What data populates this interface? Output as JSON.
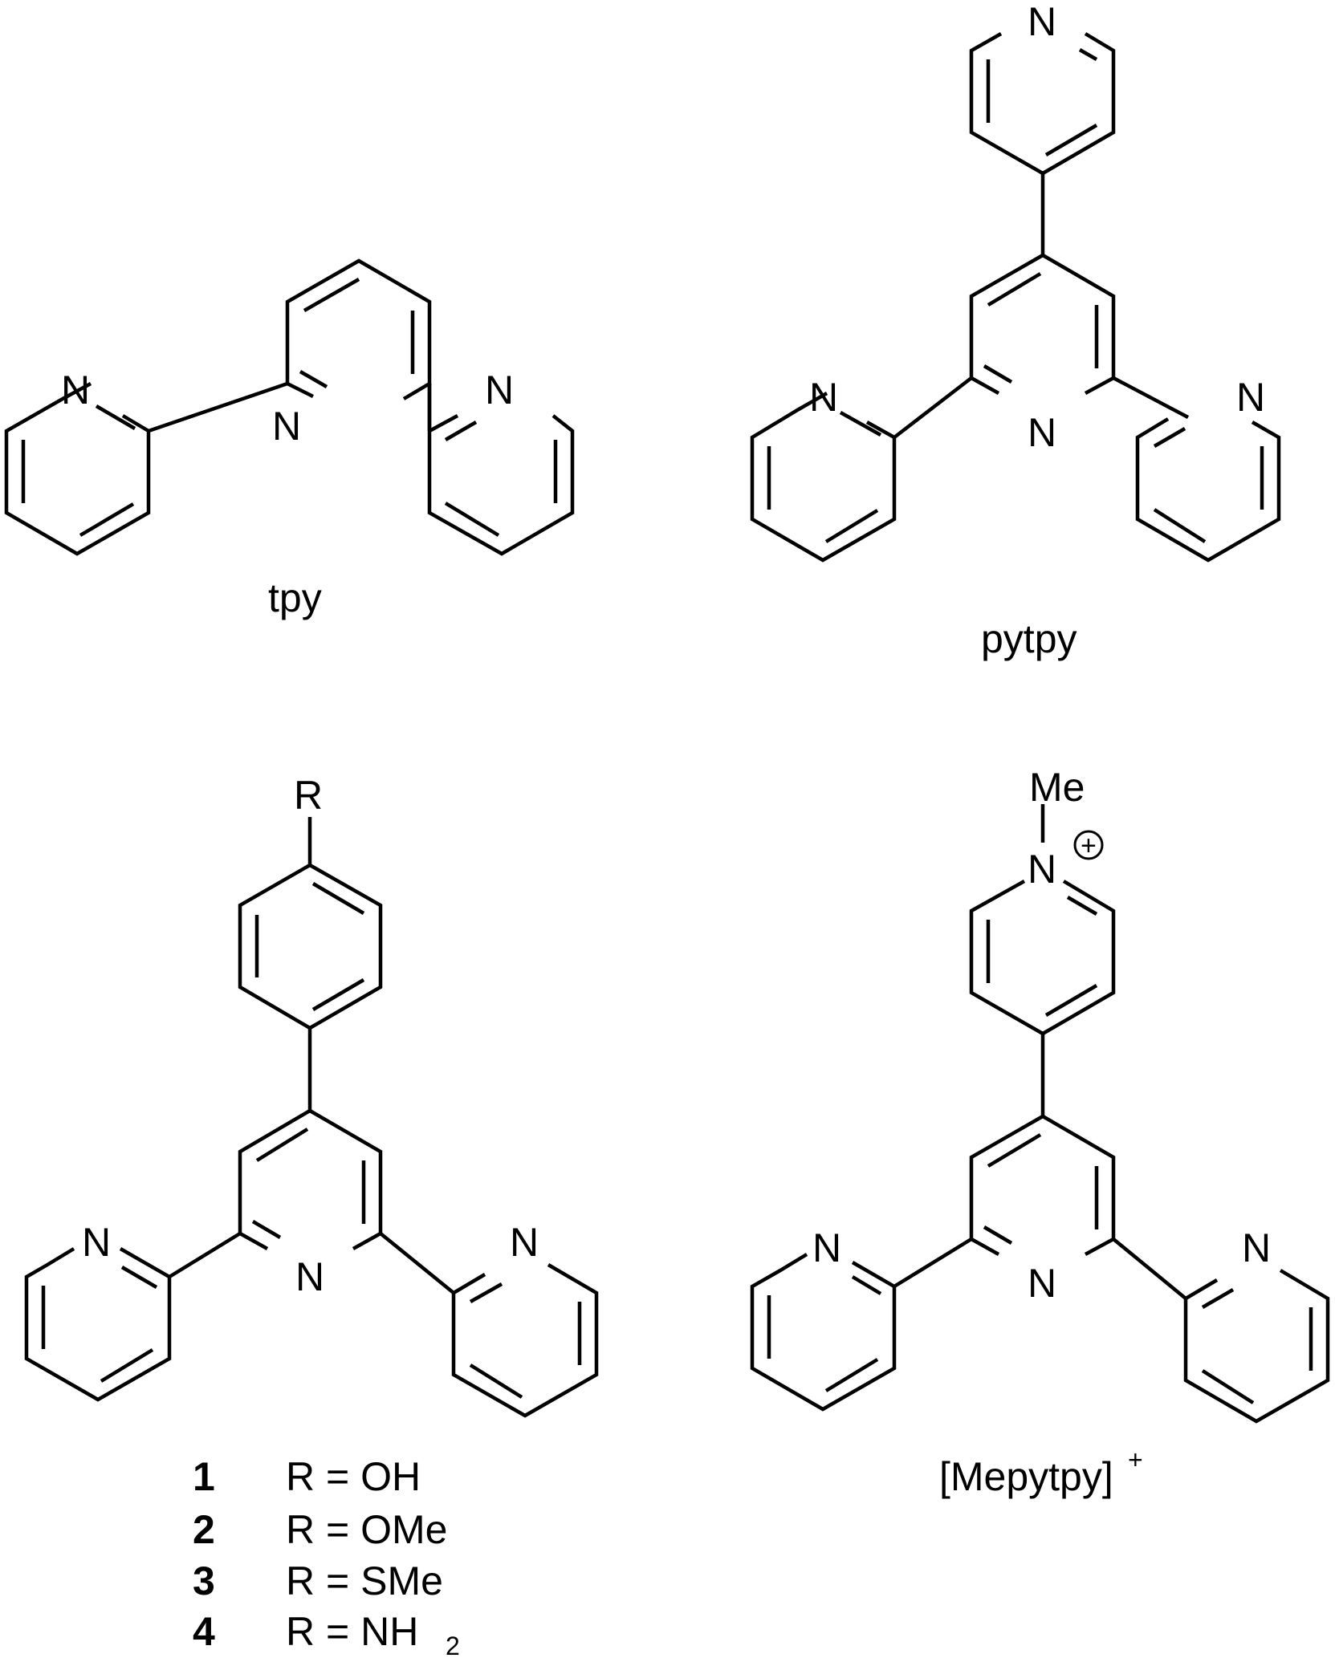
{
  "atoms": {
    "nitrogen": "N",
    "r_group": "R",
    "methyl": "Me",
    "plus": "+"
  },
  "structures": {
    "tpy": {
      "caption": "tpy"
    },
    "pytpy": {
      "caption": "pytpy"
    },
    "mepytpy": {
      "caption": "[Mepytpy]",
      "charge": "+"
    },
    "substituted": {
      "entries": [
        {
          "number": "1",
          "label": "R = OH"
        },
        {
          "number": "2",
          "label": "R = OMe"
        },
        {
          "number": "3",
          "label": "R = SMe"
        },
        {
          "number": "4",
          "label": "R = NH",
          "subscript": "2"
        }
      ]
    }
  }
}
